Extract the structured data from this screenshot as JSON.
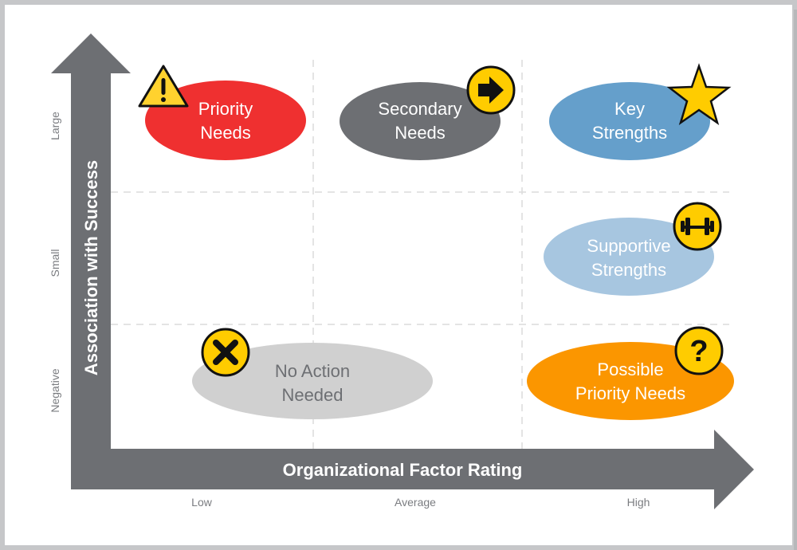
{
  "title": "Organizational Factor Priority Matrix",
  "colors": {
    "arrow": "#6d6f73",
    "grid": "#d9d9d9",
    "badge": "#ffcc00",
    "badge_stroke": "#111111"
  },
  "x_axis": {
    "title": "Organizational Factor Rating",
    "ticks": [
      "Low",
      "Average",
      "High"
    ]
  },
  "y_axis": {
    "title": "Association with Success",
    "ticks": [
      "Large",
      "Small",
      "Negative"
    ]
  },
  "categories": [
    {
      "id": "priority-needs",
      "line1": "Priority",
      "line2": "Needs",
      "x_level": "Low",
      "y_level": "Large",
      "fill": "#ef3030",
      "text_color": "#ffffff",
      "icon": "warning-icon"
    },
    {
      "id": "secondary-needs",
      "line1": "Secondary",
      "line2": "Needs",
      "x_level": "Average",
      "y_level": "Large",
      "fill": "#6d6f73",
      "text_color": "#ffffff",
      "icon": "arrow-right-icon"
    },
    {
      "id": "key-strengths",
      "line1": "Key",
      "line2": "Strengths",
      "x_level": "High",
      "y_level": "Large",
      "fill": "#659fcb",
      "text_color": "#ffffff",
      "icon": "star-icon"
    },
    {
      "id": "supportive-strengths",
      "line1": "Supportive",
      "line2": "Strengths",
      "x_level": "High",
      "y_level": "Small",
      "fill": "#a7c6e0",
      "text_color": "#ffffff",
      "icon": "dumbbell-icon"
    },
    {
      "id": "no-action-needed",
      "line1": "No Action",
      "line2": "Needed",
      "x_level": "Low–Average",
      "y_level": "Negative",
      "fill": "#d0d0d0",
      "text_color": "#6d6f73",
      "icon": "x-icon"
    },
    {
      "id": "possible-priority-needs",
      "line1": "Possible",
      "line2": "Priority Needs",
      "x_level": "High",
      "y_level": "Negative",
      "fill": "#fb9600",
      "text_color": "#ffffff",
      "icon": "question-icon"
    }
  ]
}
